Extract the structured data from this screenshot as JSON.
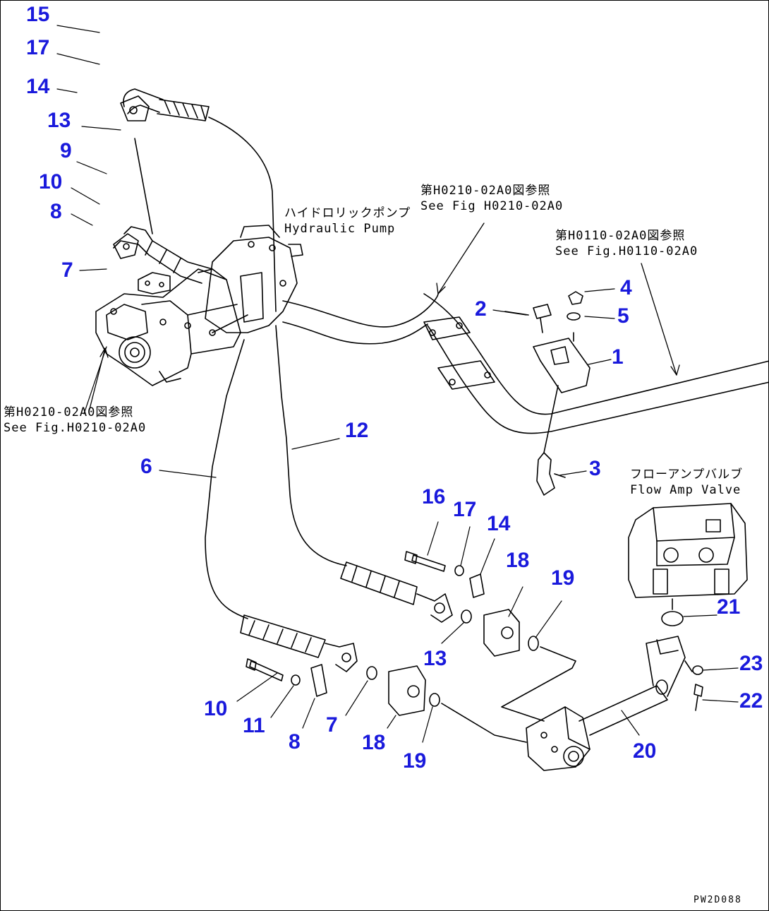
{
  "callouts": {
    "p15": "15",
    "p17a": "17",
    "p14a": "14",
    "p13a": "13",
    "p9": "9",
    "p10a": "10",
    "p8a": "8",
    "p7a": "7",
    "p2": "2",
    "p4": "4",
    "p5": "5",
    "p1": "1",
    "p3": "3",
    "p12": "12",
    "p6": "6",
    "p16": "16",
    "p17b": "17",
    "p14b": "14",
    "p18a": "18",
    "p19a": "19",
    "p13b": "13",
    "p21": "21",
    "p23": "23",
    "p22": "22",
    "p10b": "10",
    "p11": "11",
    "p8b": "8",
    "p7b": "7",
    "p18b": "18",
    "p19b": "19",
    "p20": "20"
  },
  "notes": {
    "pump_ref_jp": "第H0210-02A0図参照",
    "pump_ref_en": "See Fig H0210-02A0",
    "pump_name_jp": "ハイドロリックポンプ",
    "pump_name_en": "Hydraulic Pump",
    "frame_ref_jp": "第H0110-02A0図参照",
    "frame_ref_en": "See Fig.H0110-02A0",
    "left_ref_jp": "第H0210-02A0図参照",
    "left_ref_en": "See Fig.H0210-02A0",
    "valve_name_jp": "フローアンプバルブ",
    "valve_name_en": "Flow Amp Valve"
  },
  "drawing_code": "PW2D088",
  "colors": {
    "callout": "#1a1adc",
    "line": "#000000",
    "background": "#ffffff"
  }
}
